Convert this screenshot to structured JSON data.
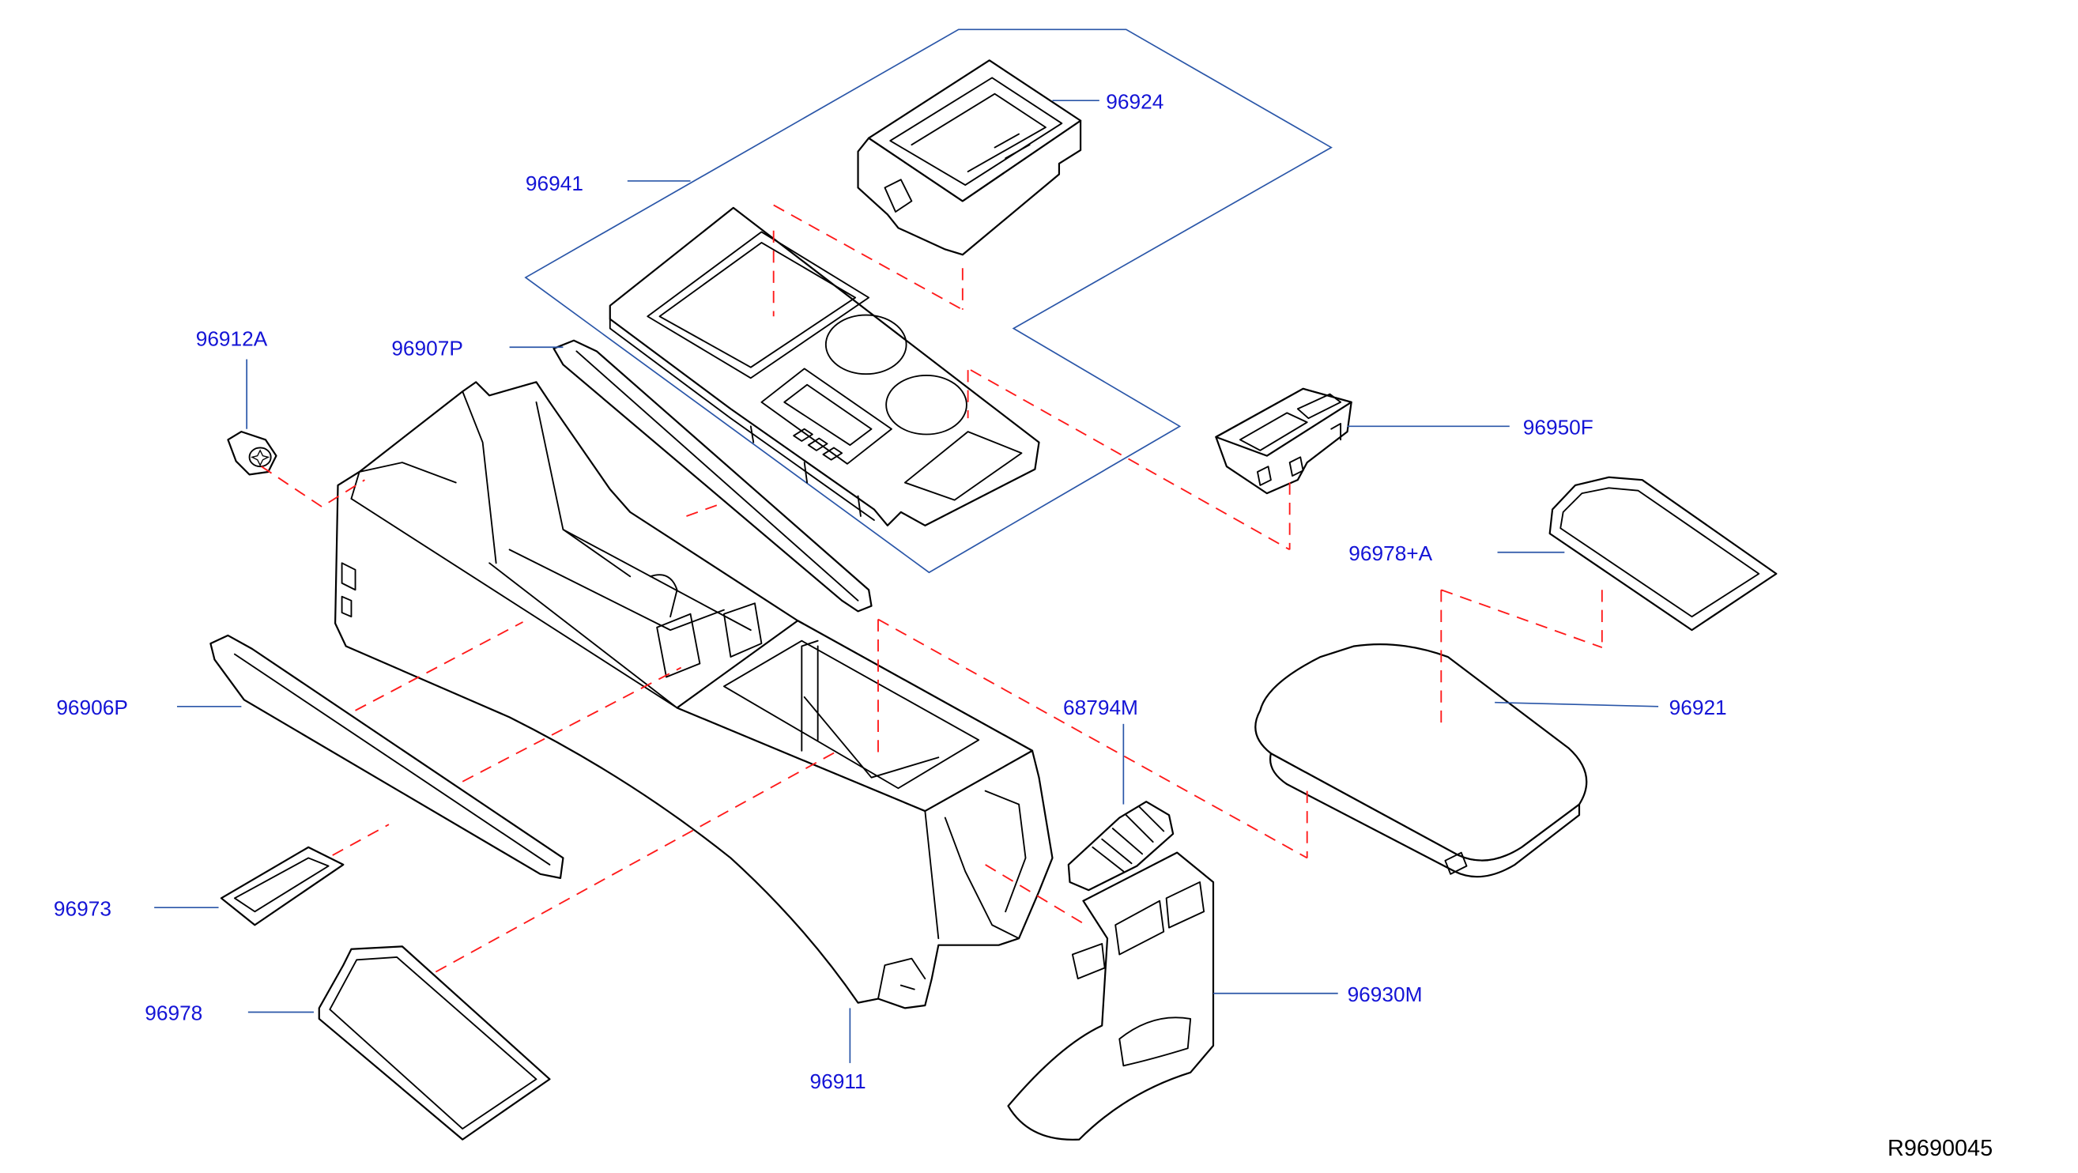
{
  "diagram": {
    "labels": {
      "part_96924": "96924",
      "part_96941": "96941",
      "part_96912A": "96912A",
      "part_96907P": "96907P",
      "part_96950F": "96950F",
      "part_96978_A": "96978+A",
      "part_96906P": "96906P",
      "part_68794M": "68794M",
      "part_96921": "96921",
      "part_96973": "96973",
      "part_96978": "96978",
      "part_96911": "96911",
      "part_96930M": "96930M"
    },
    "drawing_code": "R9690045"
  },
  "colors": {
    "label": "#1414d6",
    "leader": "#2a56a8",
    "dashed": "#ff1a1a",
    "line_art": "#000000",
    "background": "#ffffff"
  }
}
